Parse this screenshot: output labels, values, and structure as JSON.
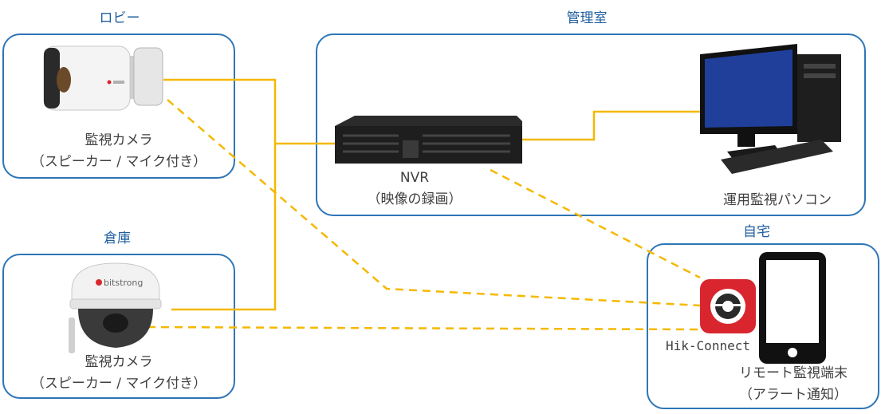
{
  "zones": {
    "lobby": {
      "title": "ロビー"
    },
    "office": {
      "title": "管理室"
    },
    "storage": {
      "title": "倉庫"
    },
    "home": {
      "title": "自宅"
    }
  },
  "lobby_camera": {
    "line1": "監視カメラ",
    "line2": "（スピーカー / マイク付き）"
  },
  "storage_camera": {
    "line1": "監視カメラ",
    "line2": "（スピーカー / マイク付き）",
    "brand": "bitstrong"
  },
  "nvr": {
    "line1": "NVR",
    "line2": "（映像の録画）"
  },
  "pc": {
    "label": "運用監視パソコン"
  },
  "app": {
    "label": "Hik-Connect"
  },
  "phone": {
    "line1": "リモート監視端末",
    "line2": "（アラート通知）"
  },
  "colors": {
    "zone_border": "#2e75b6",
    "wire": "#f5b800",
    "app_red": "#d9262e"
  }
}
